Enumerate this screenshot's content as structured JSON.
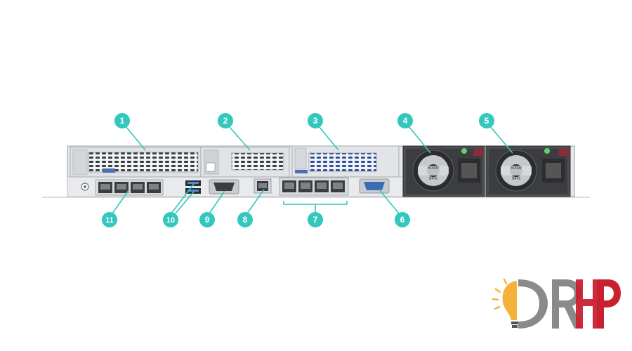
{
  "callouts": [
    {
      "id": "1",
      "label": "1"
    },
    {
      "id": "2",
      "label": "2"
    },
    {
      "id": "3",
      "label": "3"
    },
    {
      "id": "4",
      "label": "4"
    },
    {
      "id": "5",
      "label": "5"
    },
    {
      "id": "6",
      "label": "6"
    },
    {
      "id": "7",
      "label": "7"
    },
    {
      "id": "8",
      "label": "8"
    },
    {
      "id": "9",
      "label": "9"
    },
    {
      "id": "10",
      "label": "10"
    },
    {
      "id": "11",
      "label": "11"
    }
  ],
  "psu": [
    {
      "wattage": "500W",
      "efficiency": "94%"
    },
    {
      "wattage": "500W",
      "efficiency": "94%"
    }
  ],
  "logo": {
    "text": "DRHP"
  },
  "colors": {
    "callout": "#33c7bd",
    "chassis": "#e4e5e7",
    "chassis_stroke": "#9a9ea3",
    "psu_body": "#4a4c50",
    "fan": "#2b2c2f",
    "logo_bulb": "#f4b23a",
    "logo_grey": "#8a8a8a",
    "logo_red": "#c8202f",
    "vga_blue": "#3b6db3",
    "usb_blue": "#4f8ad8"
  }
}
